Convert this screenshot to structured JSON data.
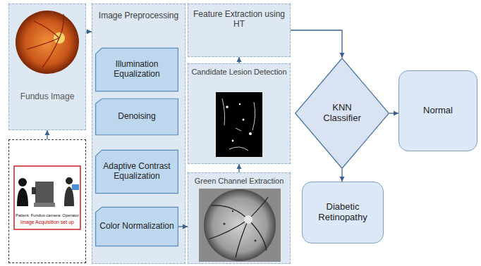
{
  "diagram": {
    "nodes": [
      {
        "text": [
          "Fundus Image"
        ]
      },
      {
        "text": [
          "Patient",
          "Fundus camera",
          "Operator",
          "Image Acquisition set up"
        ]
      },
      {
        "text": [
          "Image Preprocessing"
        ]
      },
      {
        "text": [
          "Illumination Equalization"
        ],
        "in": 2
      },
      {
        "text": [
          "Denoising"
        ],
        "in": 2
      },
      {
        "text": [
          "Adaptive Contrast Equalization"
        ],
        "in": 2
      },
      {
        "text": [
          "Color Normalization"
        ],
        "in": 2
      },
      {
        "text": [
          "Feature Extraction using HT"
        ]
      },
      {
        "text": [
          "Candidate Lesion Detection"
        ]
      },
      {
        "text": [
          "Green Channel Extraction"
        ]
      },
      {
        "text": [
          "KNN Classifier"
        ]
      },
      {
        "text": [
          "Normal"
        ]
      },
      {
        "text": [
          "Diabetic Retinopathy"
        ]
      }
    ],
    "edges": [
      {
        "from": 1,
        "to": 0,
        "arrow": "to"
      },
      {
        "from": 0,
        "to": 2,
        "arrow": "to"
      },
      {
        "from": 6,
        "to": 9,
        "arrow": "to"
      },
      {
        "from": 9,
        "to": 8,
        "arrow": "to"
      },
      {
        "from": 8,
        "to": 7,
        "arrow": "to"
      },
      {
        "from": 7,
        "to": 10,
        "arrow": "to"
      },
      {
        "from": 10,
        "to": 11,
        "arrow": "to"
      },
      {
        "from": 10,
        "to": 12,
        "arrow": "to"
      }
    ]
  }
}
